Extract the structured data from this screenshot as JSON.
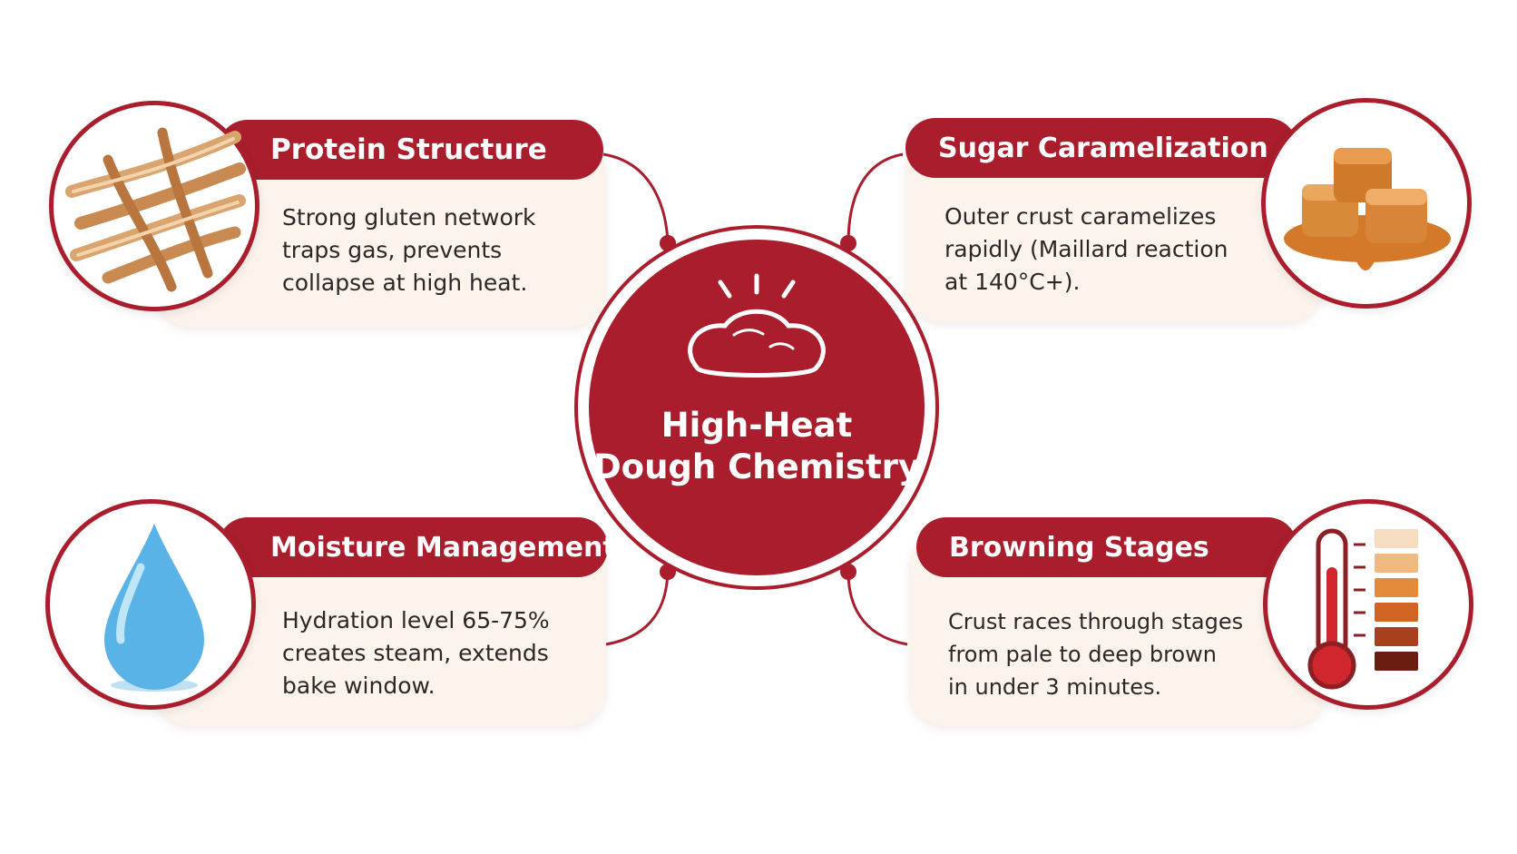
{
  "colors": {
    "accent": "#a91d2c",
    "card_bg": "#fbf3ec",
    "text": "#2f2626"
  },
  "center": {
    "title_line1": "High-Heat",
    "title_line2": "Dough Chemistry",
    "icon": "rising-dough-icon"
  },
  "nodes": [
    {
      "title": "Protein Structure",
      "lines": [
        "Strong gluten network",
        "traps gas, prevents",
        "collapse at high heat."
      ],
      "icon": "gluten-strands-icon"
    },
    {
      "title": "Sugar Caramelization",
      "lines": [
        "Outer crust caramelizes",
        "rapidly (Maillard reaction",
        "at 140°C+)."
      ],
      "icon": "caramel-cubes-icon"
    },
    {
      "title": "Moisture Management",
      "lines": [
        "Hydration level 65-75%",
        "creates steam, extends",
        "bake window."
      ],
      "icon": "water-drop-icon"
    },
    {
      "title": "Browning Stages",
      "lines": [
        "Crust races through stages",
        "from pale to deep brown",
        "in under 3 minutes."
      ],
      "icon": "thermometer-icon",
      "browning_swatches": [
        "#f6dcc0",
        "#efb97f",
        "#e48b3b",
        "#cf6424",
        "#a9401c",
        "#6b1d12"
      ]
    }
  ]
}
